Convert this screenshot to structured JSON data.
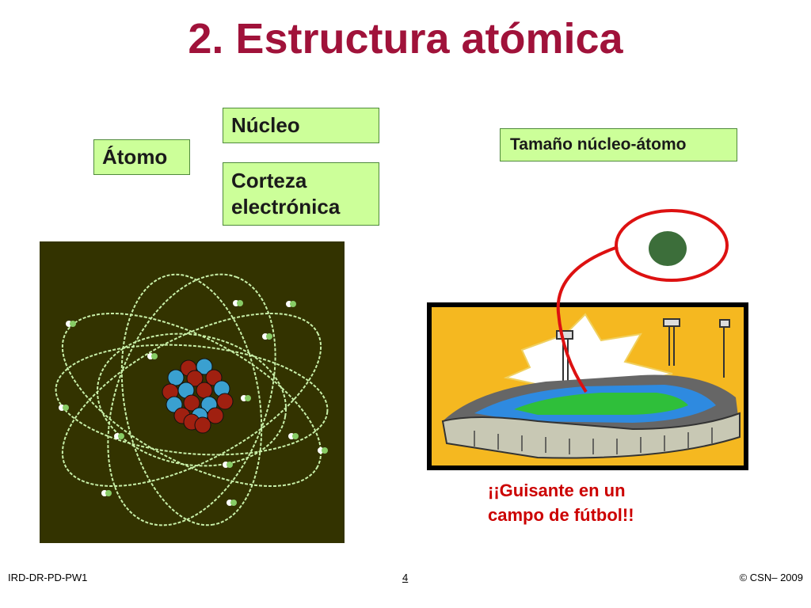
{
  "slide": {
    "title": "2. Estructura atómica",
    "labels": {
      "atomo": "Átomo",
      "nucleo": "Núcleo",
      "corteza_line1": "Corteza",
      "corteza_line2": "electrónica",
      "tamano": "Tamaño núcleo-átomo"
    },
    "caption_line1": "¡¡Guisante en un",
    "caption_line2": "campo de fútbol!!",
    "footer": {
      "left": "IRD-DR-PD-PW1",
      "page": "4",
      "right": "© CSN– 2009"
    }
  },
  "illustrations": {
    "atom": "atom-model-illustration",
    "stadium": "football-stadium-clipart",
    "pea": "pea-dot"
  },
  "colors": {
    "title": "#a0123a",
    "label_fill": "#ccff99",
    "label_border": "#4f8a3c",
    "atom_bg": "#333300",
    "orbit": "#c8f0a8",
    "proton": "#a02010",
    "neutron": "#3aa0d0",
    "stadium_bg": "#f5b820",
    "pea": "#3c6e3a",
    "highlight": "#dd1111",
    "caption": "#cc0000"
  }
}
